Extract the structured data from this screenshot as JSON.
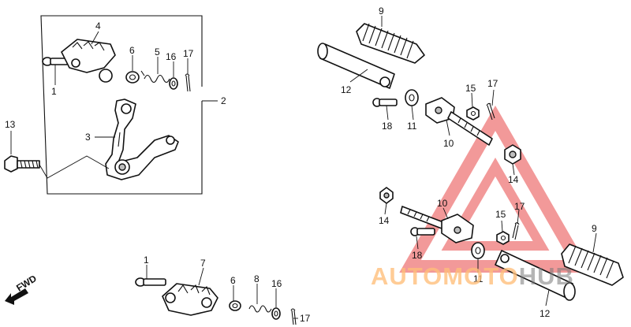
{
  "callouts": {
    "c1a": "1",
    "c1b": "1",
    "c2": "2",
    "c3": "3",
    "c4": "4",
    "c5": "5",
    "c6a": "6",
    "c6b": "6",
    "c7": "7",
    "c8": "8",
    "c9a": "9",
    "c9b": "9",
    "c10a": "10",
    "c10b": "10",
    "c11a": "11",
    "c11b": "11",
    "c12a": "12",
    "c12b": "12",
    "c13": "13",
    "c14a": "14",
    "c14b": "14",
    "c15a": "15",
    "c15b": "15",
    "c16a": "16",
    "c16b": "16",
    "c17a": "17",
    "c17b": "17",
    "c17c": "17",
    "c18a": "18",
    "c18b": "18"
  },
  "direction_label": "FWD",
  "watermark": {
    "part1": "AUTOMOTO",
    "part2": "HUB"
  },
  "colors": {
    "watermark_red": "#f08080",
    "watermark_orange": "#ffbe78",
    "line": "#111111"
  }
}
